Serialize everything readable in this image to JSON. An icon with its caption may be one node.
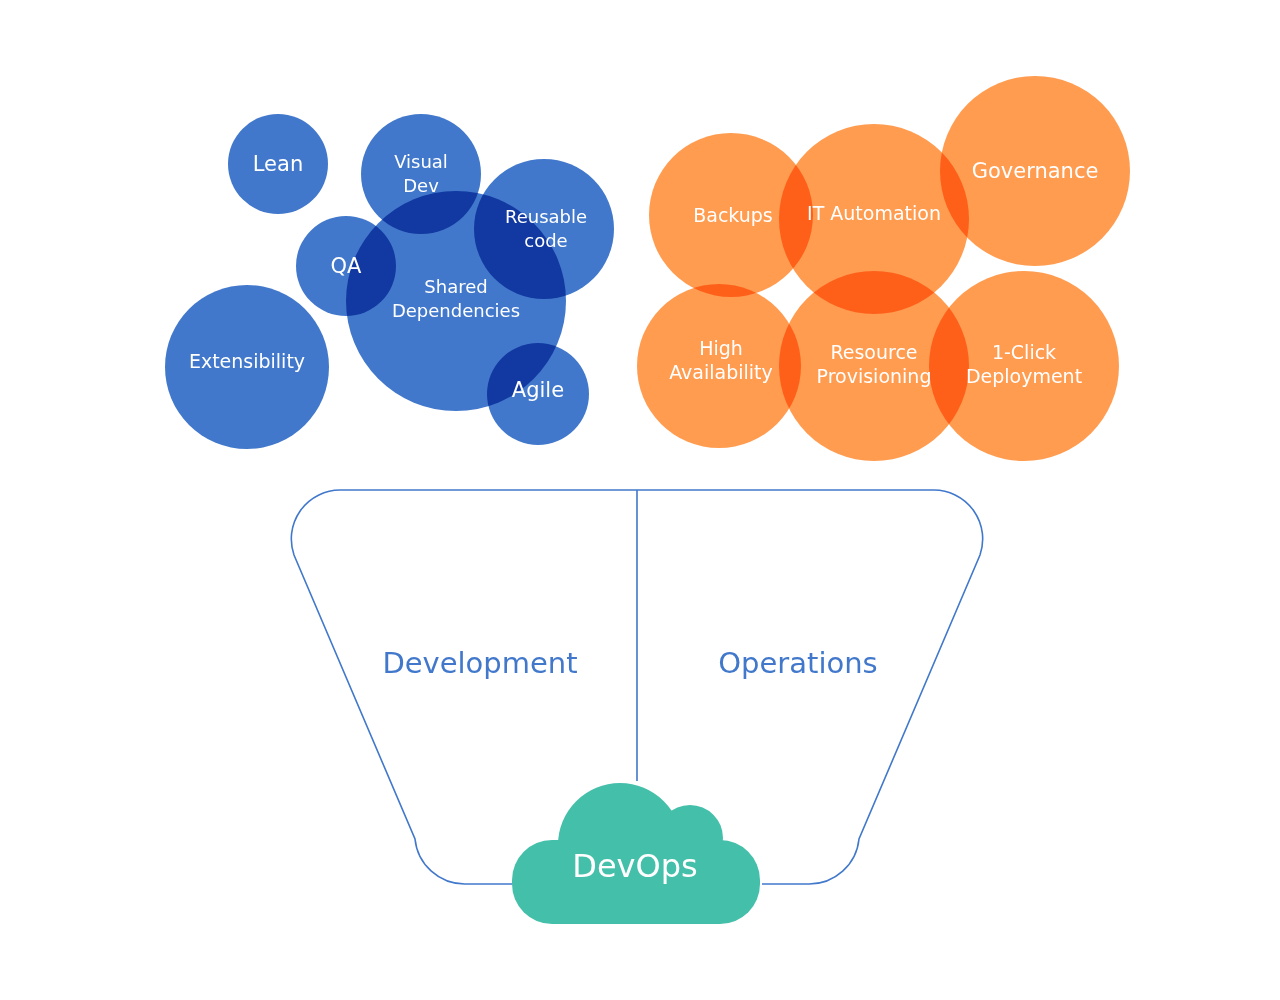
{
  "diagram": {
    "nodes": [
      {
        "text": [
          "Lean"
        ]
      },
      {
        "text": [
          "Visual Dev"
        ]
      },
      {
        "text": [
          "Reusable code"
        ]
      },
      {
        "text": [
          "QA"
        ]
      },
      {
        "text": [
          "Shared Dependencies"
        ]
      },
      {
        "text": [
          "Extensibility"
        ]
      },
      {
        "text": [
          "Agile"
        ]
      },
      {
        "text": [
          "Backups"
        ]
      },
      {
        "text": [
          "IT Automation"
        ]
      },
      {
        "text": [
          "Governance"
        ]
      },
      {
        "text": [
          "High Availability"
        ]
      },
      {
        "text": [
          "Resource Provisioning"
        ]
      },
      {
        "text": [
          "1-Click Deployment"
        ]
      },
      {
        "text": [
          "Development"
        ]
      },
      {
        "text": [
          "Operations"
        ]
      },
      {
        "text": [
          "DevOps"
        ]
      }
    ]
  }
}
